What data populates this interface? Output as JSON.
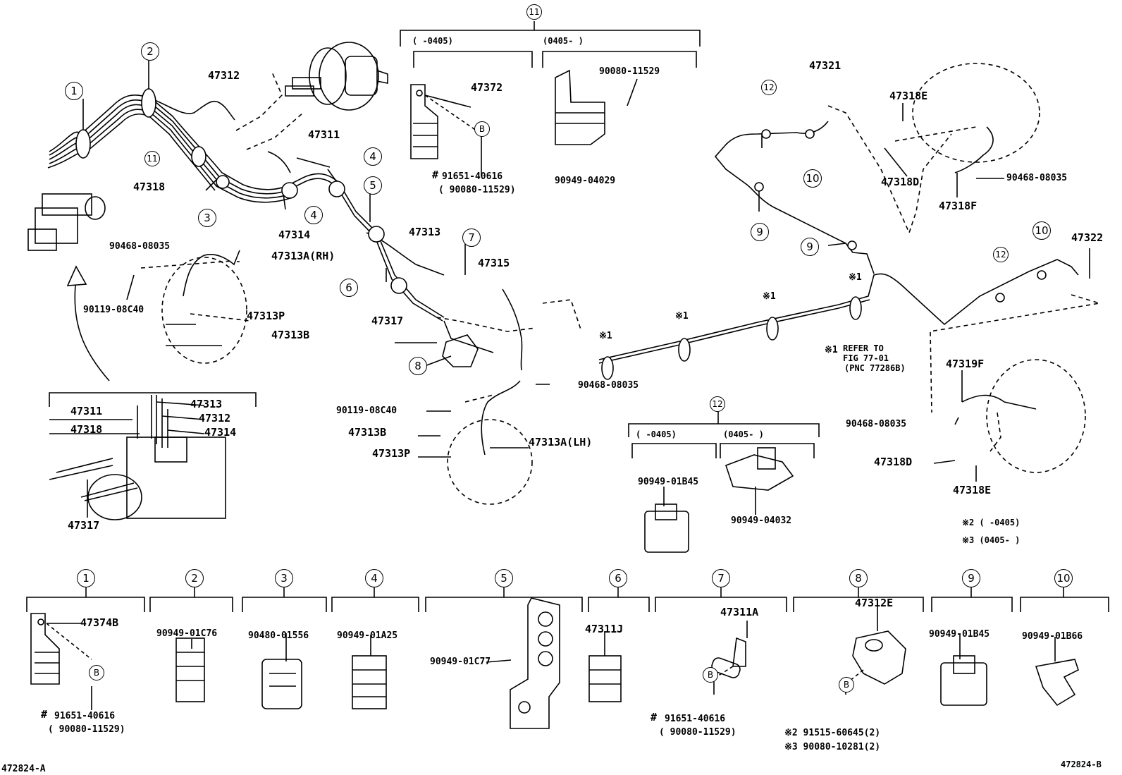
{
  "labels": {
    "p47312": "47312",
    "p47311": "47311",
    "p47318": "47318",
    "p47314": "47314",
    "p90468_a": "90468-08035",
    "p47313a_rh": "47313A(RH)",
    "p90119_a": "90119-08C40",
    "p47313p_rh": "47313P",
    "p47313b_rh": "47313B",
    "p47313": "47313",
    "p47315": "47315",
    "p47317": "47317",
    "p90468_b": "90468-08035",
    "p90119_b": "90119-08C40",
    "p47313b_lh": "47313B",
    "p47313p_lh": "47313P",
    "p47313a_lh": "47313A(LH)",
    "i47311": "47311",
    "i47318": "47318",
    "i47313": "47313",
    "i47312": "47312",
    "i47314": "47314",
    "i47317": "47317",
    "c11_left": "(      -0405)",
    "c11_right": "(0405-      )",
    "p47372": "47372",
    "hash1": "#",
    "p91651_a": "91651-40616",
    "p90080_a": "( 90080-11529)",
    "p90080_b": "90080-11529",
    "p90949_04029": "90949-04029",
    "p47321": "47321",
    "p47318e_top": "47318E",
    "p47318d_top": "47318D",
    "p90468_c": "90468-08035",
    "p47318f": "47318F",
    "p47322": "47322",
    "ref_mark": "※1",
    "ref_line1": "REFER TO",
    "ref_line2": "FIG 77-01",
    "ref_line3": "(PNC 77286B)",
    "star1": "※1",
    "c12_left": "(      -0405)",
    "c12_right": "(0405-      )",
    "p90949_01b45_a": "90949-01B45",
    "p90949_04032": "90949-04032",
    "p47319f": "47319F",
    "p90468_d": "90468-08035",
    "p47318d_bot": "47318D",
    "p47318e_bot": "47318E",
    "note2": "※2 (      -0405)",
    "note3": "※3 (0405-      )",
    "p47374b": "47374B",
    "hash2": "#",
    "p91651_b": "91651-40616",
    "p90080_c": "( 90080-11529)",
    "p90949_01c76": "90949-01C76",
    "p90480_01556": "90480-01556",
    "p90949_01a25": "90949-01A25",
    "p90949_01c77": "90949-01C77",
    "p47311j": "47311J",
    "p47311a": "47311A",
    "hash3": "#",
    "p91651_c": "91651-40616",
    "p90080_d": "( 90080-11529)",
    "p47312e": "47312E",
    "p91515": "※2 91515-60645(2)",
    "p90080_e": "※3 90080-10281(2)",
    "p90949_01b45_b": "90949-01B45",
    "p90949_01b66": "90949-01B66",
    "code_a": "472824-A",
    "code_b": "472824-B"
  },
  "callouts": {
    "n1": "1",
    "n2": "2",
    "n3": "3",
    "n4": "4",
    "n5": "5",
    "n6": "6",
    "n7": "7",
    "n8": "8",
    "n9": "9",
    "n10": "10",
    "n11": "11",
    "n12": "12",
    "nB": "B"
  }
}
